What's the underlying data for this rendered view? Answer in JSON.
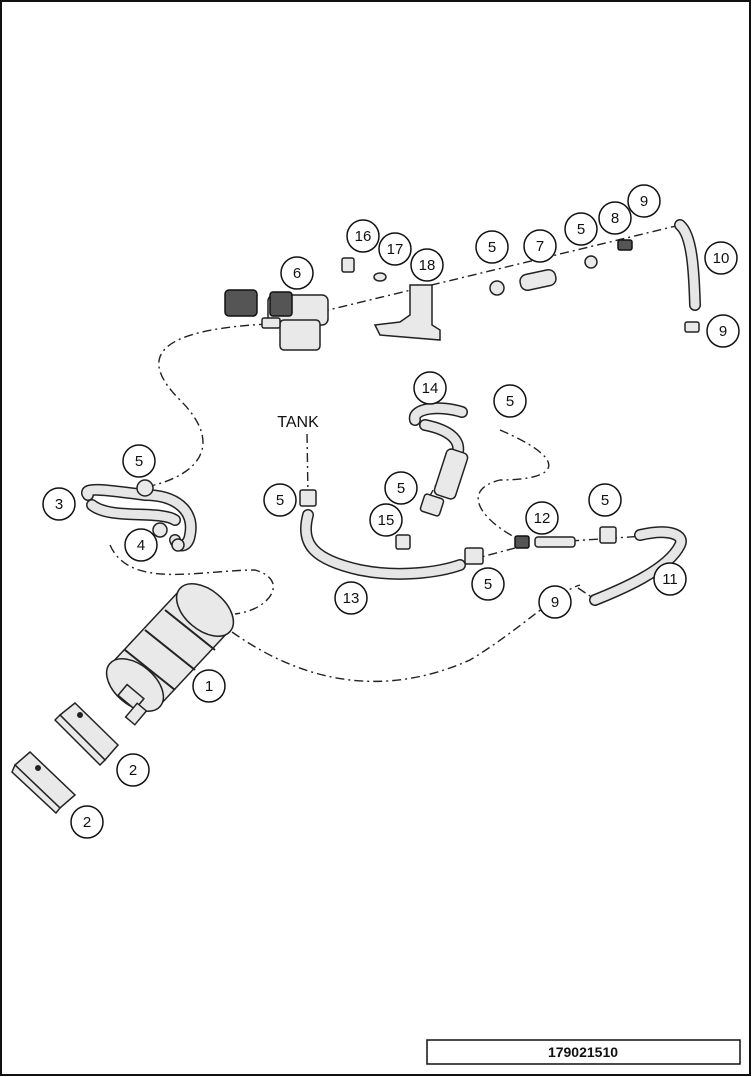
{
  "tank_label": "TANK",
  "reference_number": "179021510",
  "callouts": [
    {
      "id": "c1",
      "label": "1"
    },
    {
      "id": "c2a",
      "label": "2"
    },
    {
      "id": "c2b",
      "label": "2"
    },
    {
      "id": "c3",
      "label": "3"
    },
    {
      "id": "c4",
      "label": "4"
    },
    {
      "id": "c5a",
      "label": "5"
    },
    {
      "id": "c5b",
      "label": "5"
    },
    {
      "id": "c5c",
      "label": "5"
    },
    {
      "id": "c5d",
      "label": "5"
    },
    {
      "id": "c5e",
      "label": "5"
    },
    {
      "id": "c5f",
      "label": "5"
    },
    {
      "id": "c5g",
      "label": "5"
    },
    {
      "id": "c5h",
      "label": "5"
    },
    {
      "id": "c6",
      "label": "6"
    },
    {
      "id": "c7",
      "label": "7"
    },
    {
      "id": "c8",
      "label": "8"
    },
    {
      "id": "c9a",
      "label": "9"
    },
    {
      "id": "c9b",
      "label": "9"
    },
    {
      "id": "c9c",
      "label": "9"
    },
    {
      "id": "c10",
      "label": "10"
    },
    {
      "id": "c11",
      "label": "11"
    },
    {
      "id": "c12",
      "label": "12"
    },
    {
      "id": "c13",
      "label": "13"
    },
    {
      "id": "c14",
      "label": "14"
    },
    {
      "id": "c15",
      "label": "15"
    },
    {
      "id": "c16",
      "label": "16"
    },
    {
      "id": "c17",
      "label": "17"
    },
    {
      "id": "c18",
      "label": "18"
    }
  ]
}
